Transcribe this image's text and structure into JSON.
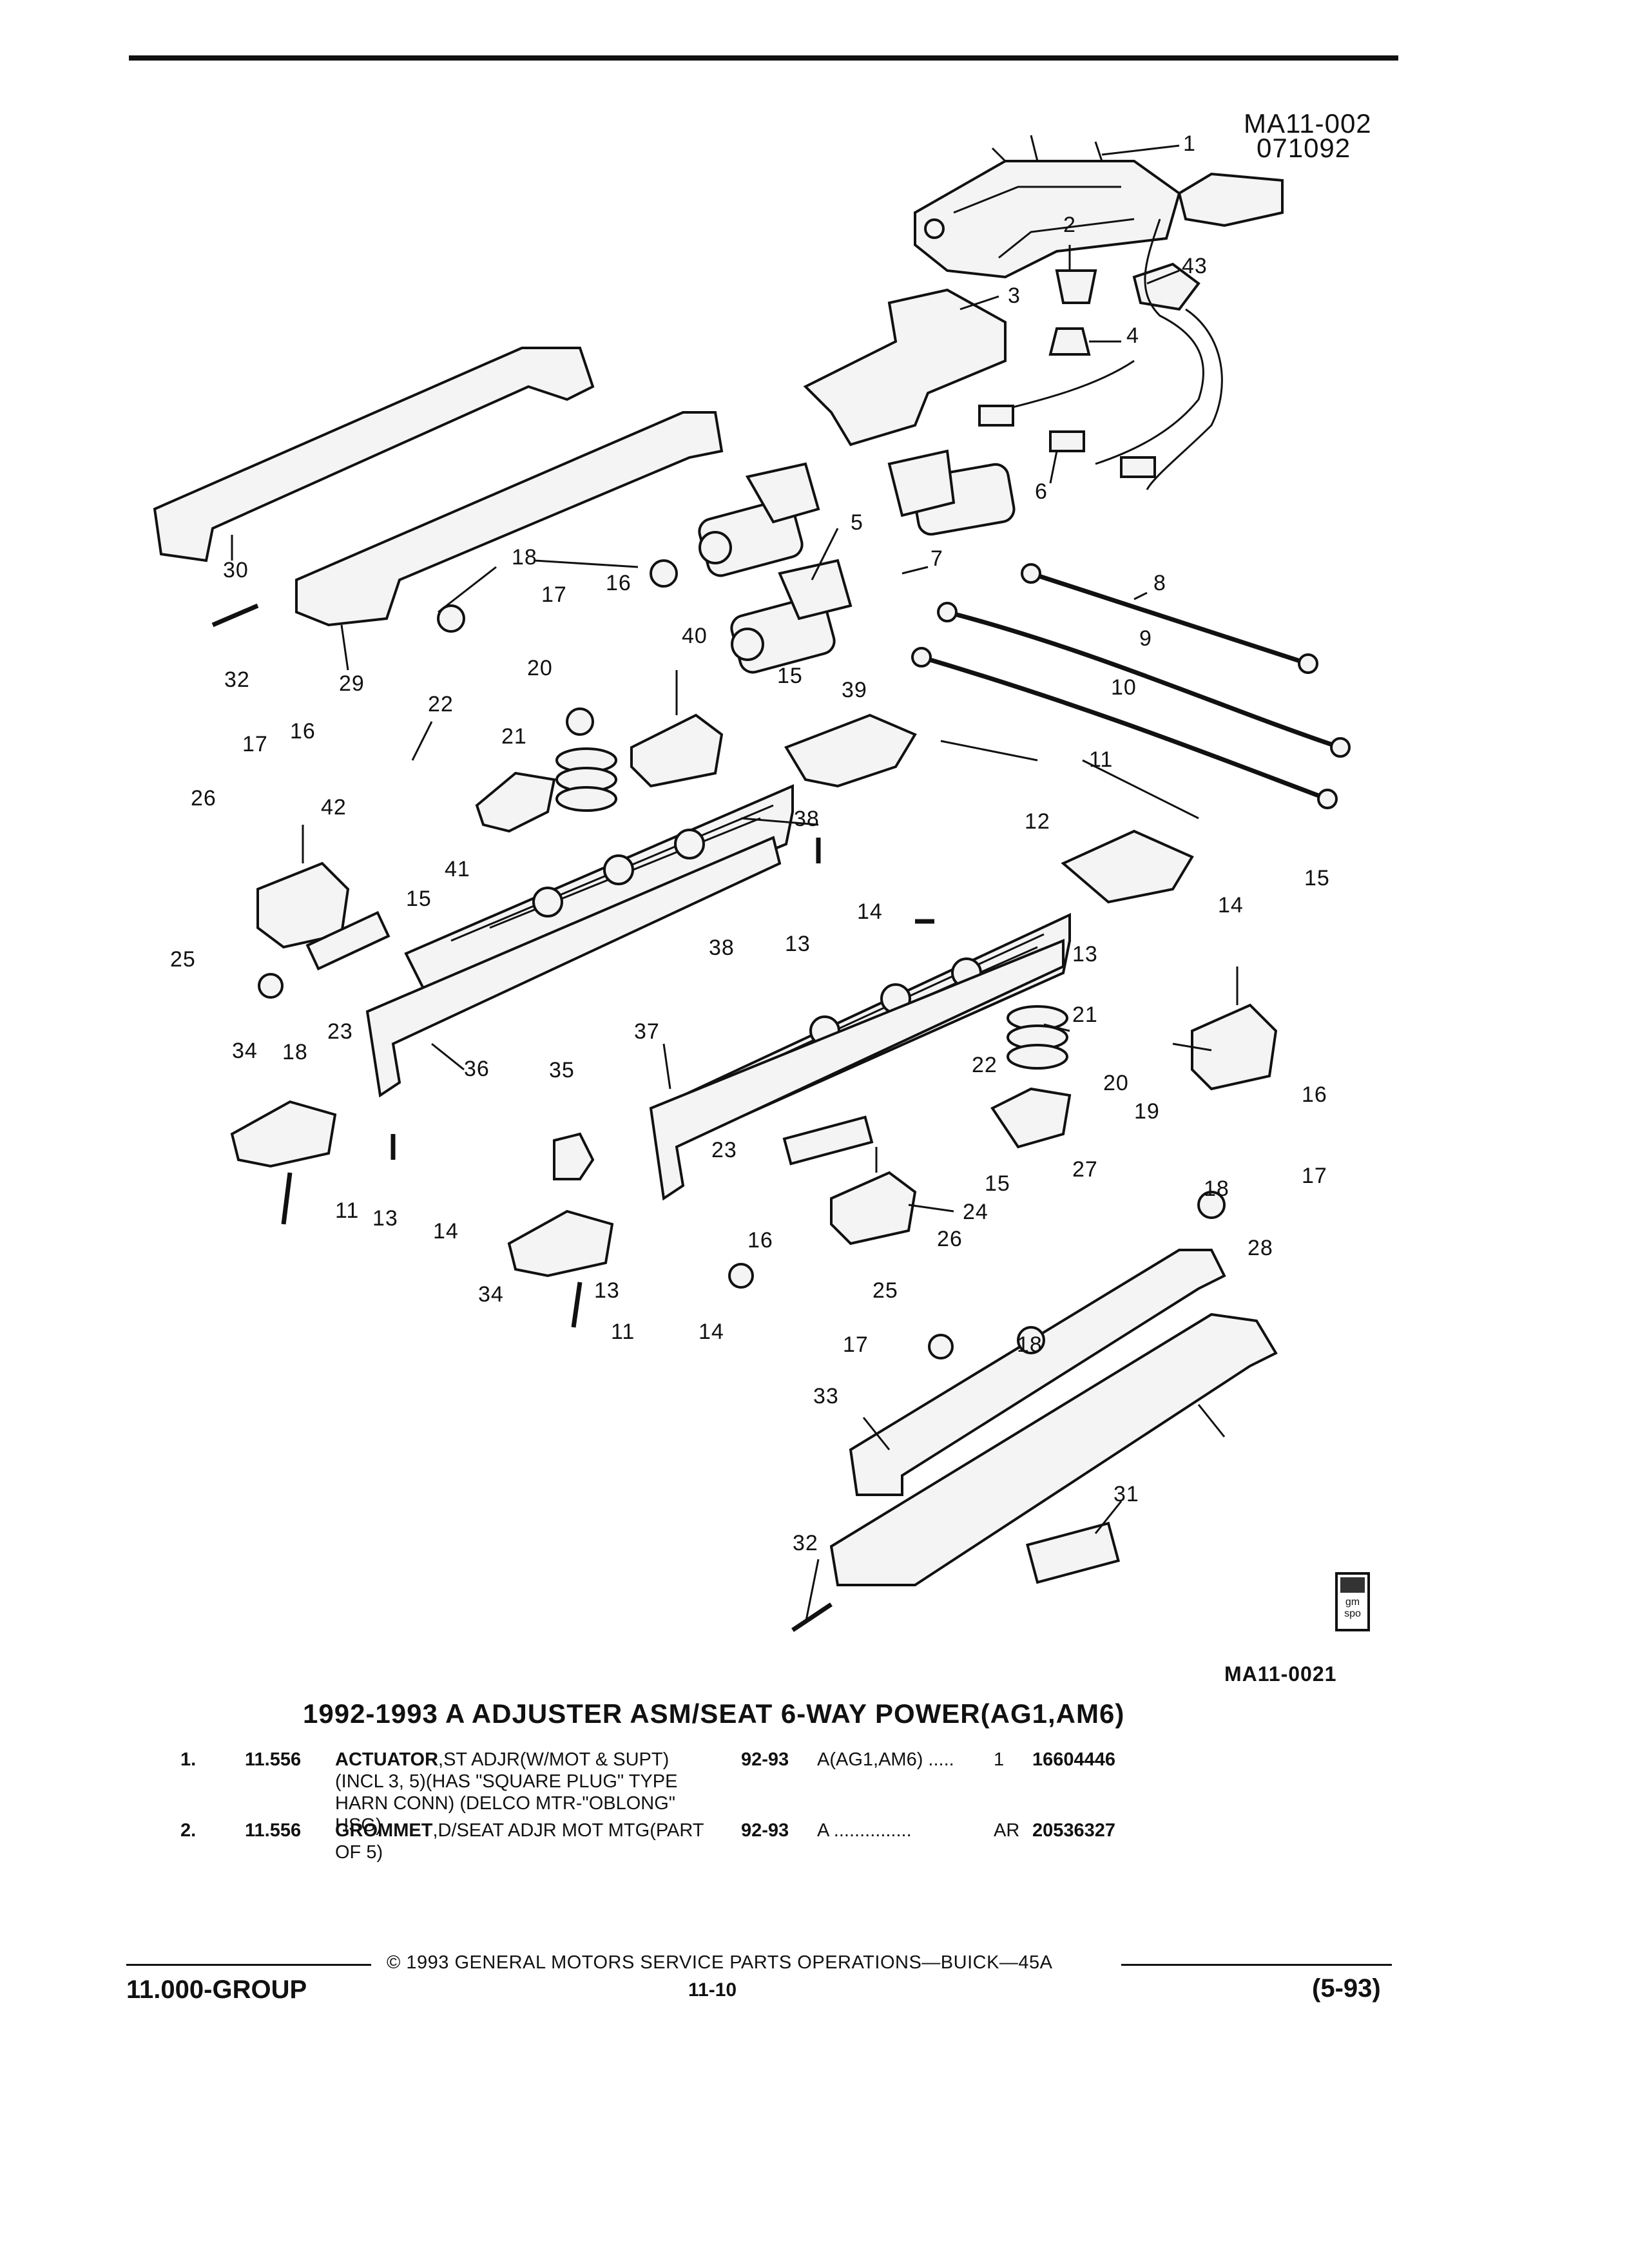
{
  "diagram_id": "MA11-002",
  "diagram_date": "071092",
  "figure_ref": "MA11-0021",
  "callouts": {
    "c1": "1",
    "c2": "2",
    "c3": "3",
    "c4": "4",
    "c5": "5",
    "c6": "6",
    "c7": "7",
    "c8": "8",
    "c9": "9",
    "c10": "10",
    "c11a": "11",
    "c11b": "11",
    "c11c": "11",
    "c12": "12",
    "c13a": "13",
    "c13b": "13",
    "c13c": "13",
    "c13d": "13",
    "c14a": "14",
    "c14b": "14",
    "c14c": "14",
    "c14d": "14",
    "c15a": "15",
    "c15b": "15",
    "c15c": "15",
    "c15d": "15",
    "c16a": "16",
    "c16b": "16",
    "c16c": "16",
    "c16d": "16",
    "c17a": "17",
    "c17b": "17",
    "c17c": "17",
    "c17d": "17",
    "c18a": "18",
    "c18b": "18",
    "c18c": "18",
    "c18d": "18",
    "c19": "19",
    "c20a": "20",
    "c20b": "20",
    "c21a": "21",
    "c21b": "21",
    "c22a": "22",
    "c22b": "22",
    "c23a": "23",
    "c23b": "23",
    "c24": "24",
    "c25a": "25",
    "c25b": "25",
    "c26a": "26",
    "c26b": "26",
    "c27": "27",
    "c28": "28",
    "c29": "29",
    "c30": "30",
    "c31": "31",
    "c32a": "32",
    "c32b": "32",
    "c33": "33",
    "c34a": "34",
    "c34b": "34",
    "c35": "35",
    "c36": "36",
    "c37": "37",
    "c38a": "38",
    "c38b": "38",
    "c39": "39",
    "c40": "40",
    "c41": "41",
    "c42": "42",
    "c43": "43"
  },
  "title": "1992-1993 A ADJUSTER ASM/SEAT 6-WAY POWER(AG1,AM6)",
  "parts": [
    {
      "num": "1.",
      "code": "11.556",
      "name": "ACTUATOR",
      "description": ",ST ADJR(W/MOT & SUPT)(INCL 3, 5)(HAS \"SQUARE PLUG\" TYPE HARN CONN) (DELCO MTR-\"OBLONG\" HSG)",
      "years": "92-93",
      "application": "A(AG1,AM6) .....",
      "qty": "1",
      "part_number": "16604446"
    },
    {
      "num": "2.",
      "code": "11.556",
      "name": "GROMMET",
      "description": ",D/SEAT ADJR MOT MTG(PART OF 5)",
      "years": "92-93",
      "application": "A ...............",
      "qty": "AR",
      "part_number": "20536327"
    }
  ],
  "footer": {
    "copyright": "© 1993 GENERAL MOTORS SERVICE PARTS OPERATIONS—BUICK—45A",
    "group": "11.000-GROUP",
    "page": "11-10",
    "revision": "(5-93)"
  },
  "logo_text": "gm spo"
}
